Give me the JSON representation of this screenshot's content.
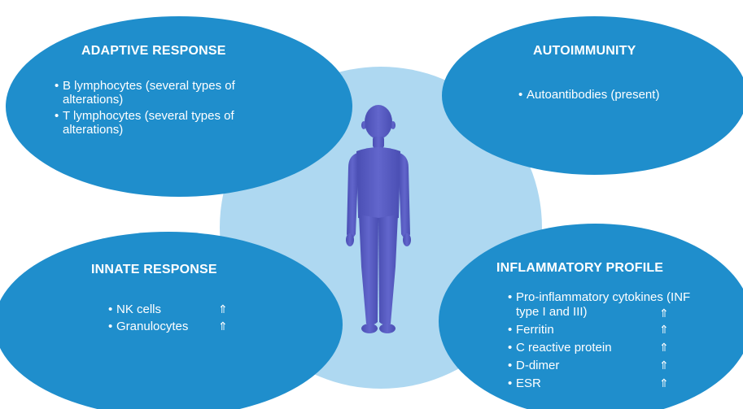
{
  "diagram": {
    "adaptive": {
      "title": "ADAPTIVE RESPONSE",
      "items": [
        "B lymphocytes (several types of alterations)",
        "T lymphocytes (several types of alterations)"
      ]
    },
    "autoimmunity": {
      "title": "AUTOIMMUNITY",
      "items": [
        "Autoantibodies (present)"
      ]
    },
    "innate": {
      "title": "INNATE RESPONSE",
      "items": [
        {
          "label": "NK cells",
          "arrow": "⇑"
        },
        {
          "label": "Granulocytes",
          "arrow": "⇑"
        }
      ]
    },
    "inflammatory": {
      "title": "INFLAMMATORY PROFILE",
      "items": [
        {
          "label": "Pro-inflammatory cytokines (INF type I and III)",
          "arrow": "⇑"
        },
        {
          "label": "Ferritin",
          "arrow": "⇑"
        },
        {
          "label": "C reactive protein",
          "arrow": "⇑"
        },
        {
          "label": "D-dimer",
          "arrow": "⇑"
        },
        {
          "label": "ESR",
          "arrow": "⇑"
        }
      ]
    },
    "bullet": "•",
    "colors": {
      "oval_fill": "#1f8ecc",
      "center_circle": "#aed8f1",
      "figure": "#5b5fc4",
      "text": "#ffffff"
    },
    "icons": {
      "center": "human-figure-icon",
      "increase": "double-up-arrow-icon"
    }
  }
}
